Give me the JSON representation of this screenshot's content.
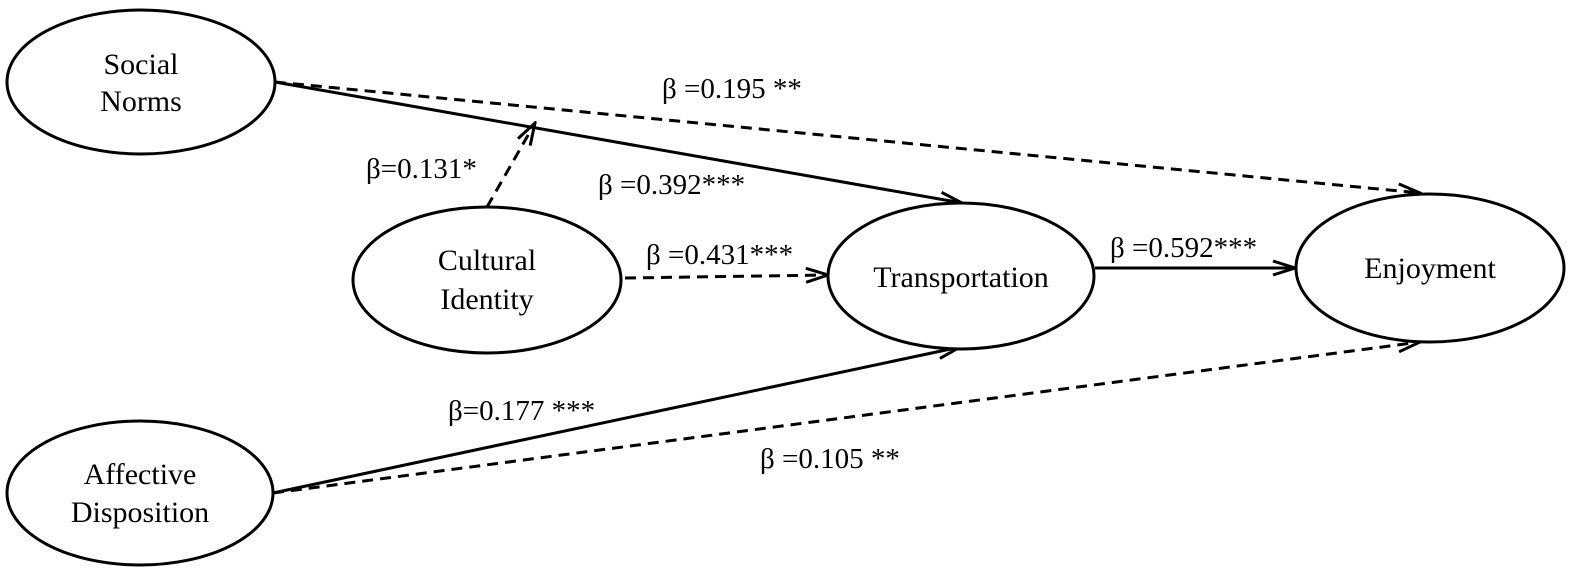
{
  "nodes": {
    "social_norms": {
      "line1": "Social",
      "line2": "Norms"
    },
    "cultural_identity": {
      "line1": "Cultural",
      "line2": "Identity"
    },
    "affective_disposition": {
      "line1": "Affective",
      "line2": "Disposition"
    },
    "transportation": {
      "label": "Transportation"
    },
    "enjoyment": {
      "label": "Enjoyment"
    }
  },
  "edges": {
    "social_norms_to_enjoyment": {
      "label": "β =0.195 **",
      "style": "dashed"
    },
    "social_norms_to_transportation": {
      "label": "β =0.392***",
      "style": "solid"
    },
    "cultural_identity_moderation": {
      "label": "β=0.131*",
      "style": "dashed"
    },
    "cultural_identity_to_transportation": {
      "label": "β =0.431***",
      "style": "dashed"
    },
    "transportation_to_enjoyment": {
      "label": "β =0.592***",
      "style": "solid"
    },
    "affective_disposition_to_transportation": {
      "label": "β=0.177 ***",
      "style": "solid"
    },
    "affective_disposition_to_enjoyment": {
      "label": "β =0.105 **",
      "style": "dashed"
    }
  },
  "colors": {
    "stroke": "#000000",
    "background": "#ffffff"
  }
}
